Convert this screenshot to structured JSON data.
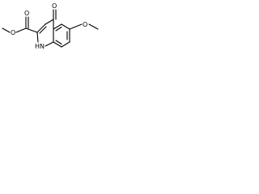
{
  "molecule": {
    "atoms": {
      "carbonyl_oxygen": "O",
      "ester_oxygen_double": "O",
      "ester_oxygen_single": "O",
      "nitrogen_hydrogen": "HN",
      "methoxy_oxygen": "O"
    },
    "colors": {
      "bond": "#000000",
      "label": "#000000",
      "background": "#ffffff"
    }
  }
}
